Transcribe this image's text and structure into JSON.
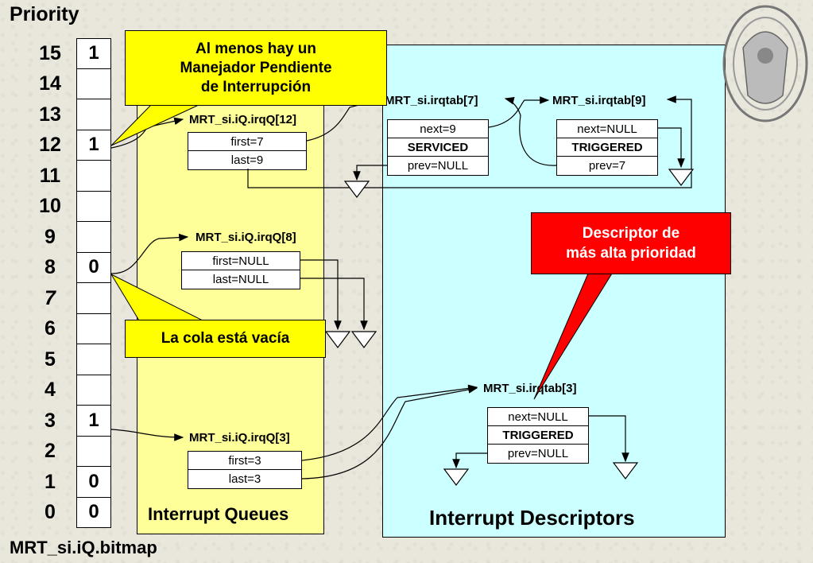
{
  "title": "Priority",
  "bitmap_label": "MRT_si.iQ.bitmap",
  "priorities": [
    "15",
    "14",
    "13",
    "12",
    "11",
    "10",
    "9",
    "8",
    "7",
    "6",
    "5",
    "4",
    "3",
    "2",
    "1",
    "0"
  ],
  "bitmap_values": [
    "1",
    "",
    "",
    "1",
    "",
    "",
    "",
    "0",
    "",
    "",
    "",
    "",
    "1",
    "",
    "0",
    "0"
  ],
  "panels": {
    "queues": "Interrupt Queues",
    "descriptors": "Interrupt Descriptors"
  },
  "callouts": {
    "pending": [
      "Al menos hay un",
      "Manejador Pendiente",
      "de Interrupción"
    ],
    "empty": "La cola está vacía",
    "highest": [
      "Descriptor de",
      "más alta prioridad"
    ]
  },
  "queues": {
    "q12": {
      "label": "MRT_si.iQ.irqQ[12]",
      "first": "first=7",
      "last": "last=9"
    },
    "q8": {
      "label": "MRT_si.iQ.irqQ[8]",
      "first": "first=NULL",
      "last": "last=NULL"
    },
    "q3": {
      "label": "MRT_si.iQ.irqQ[3]",
      "first": "first=3",
      "last": "last=3"
    }
  },
  "descriptors": {
    "d7": {
      "label": "MRT_si.irqtab[7]",
      "next": "next=9",
      "state": "SERVICED",
      "prev": "prev=NULL"
    },
    "d9": {
      "label": "MRT_si.irqtab[9]",
      "next": "next=NULL",
      "state": "TRIGGERED",
      "prev": "prev=7"
    },
    "d3": {
      "label": "MRT_si.irqtab[3]",
      "next": "next=NULL",
      "state": "TRIGGERED",
      "prev": "prev=NULL"
    }
  },
  "colors": {
    "queue_panel": "#ffff99",
    "descriptor_panel": "#ccffff",
    "callout_yellow": "#ffff00",
    "callout_red": "#ff0000"
  }
}
